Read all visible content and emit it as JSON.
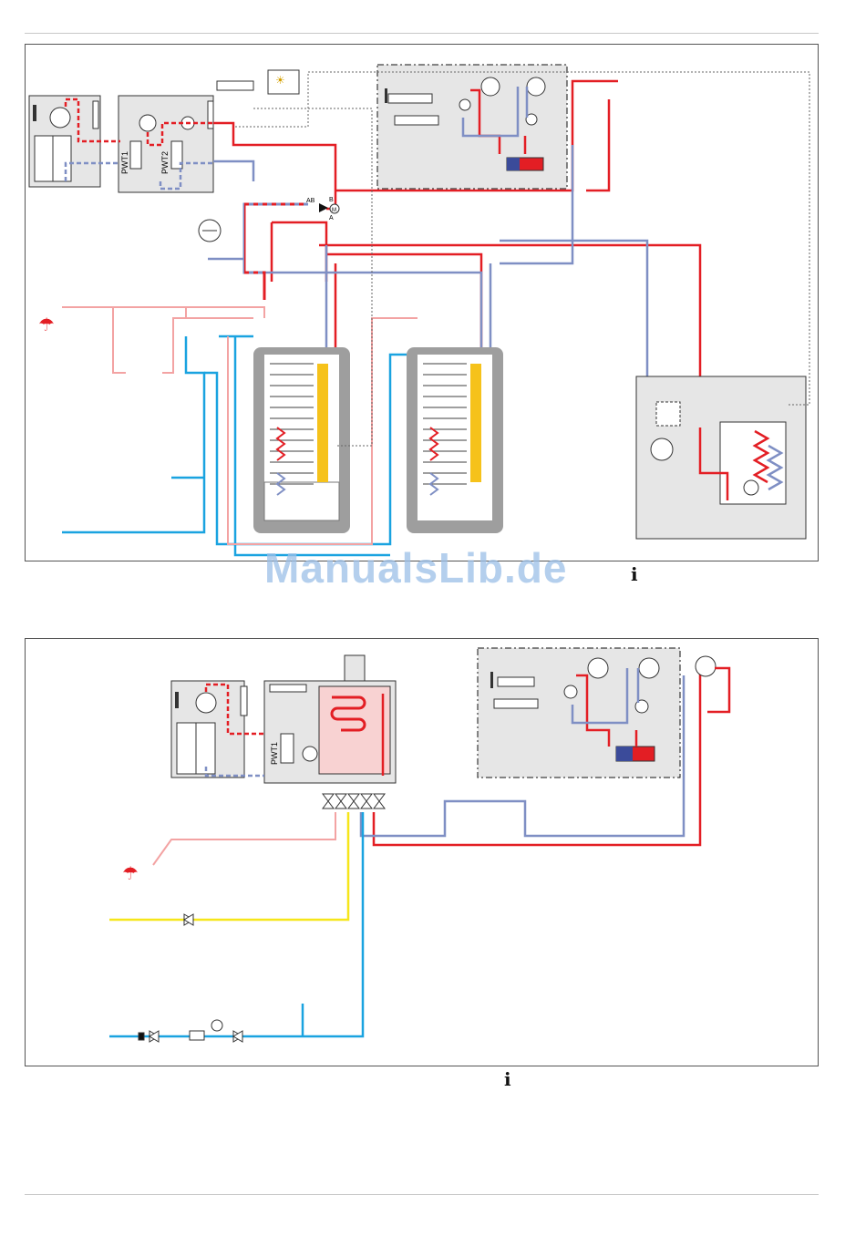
{
  "figure1": {
    "labels": {
      "pwt1": "PWT1",
      "pwt2": "PWT2",
      "valve_ab": "AB",
      "valve_b": "B",
      "valve_a": "A",
      "motor": "M"
    },
    "info_icon": "i"
  },
  "figure2": {
    "labels": {
      "pwt1": "PWT1"
    },
    "info_icon": "i"
  },
  "watermark": "ManualsLib.de",
  "colors": {
    "flow_red": "#e31e24",
    "return_blue": "#7f8fc4",
    "cold_water": "#1aa3e0",
    "hot_water_pink": "#f3a3a3",
    "gas_yellow": "#f6e61a",
    "panel_grey": "#e6e6e6",
    "tank_grey": "#bdbdbd"
  }
}
